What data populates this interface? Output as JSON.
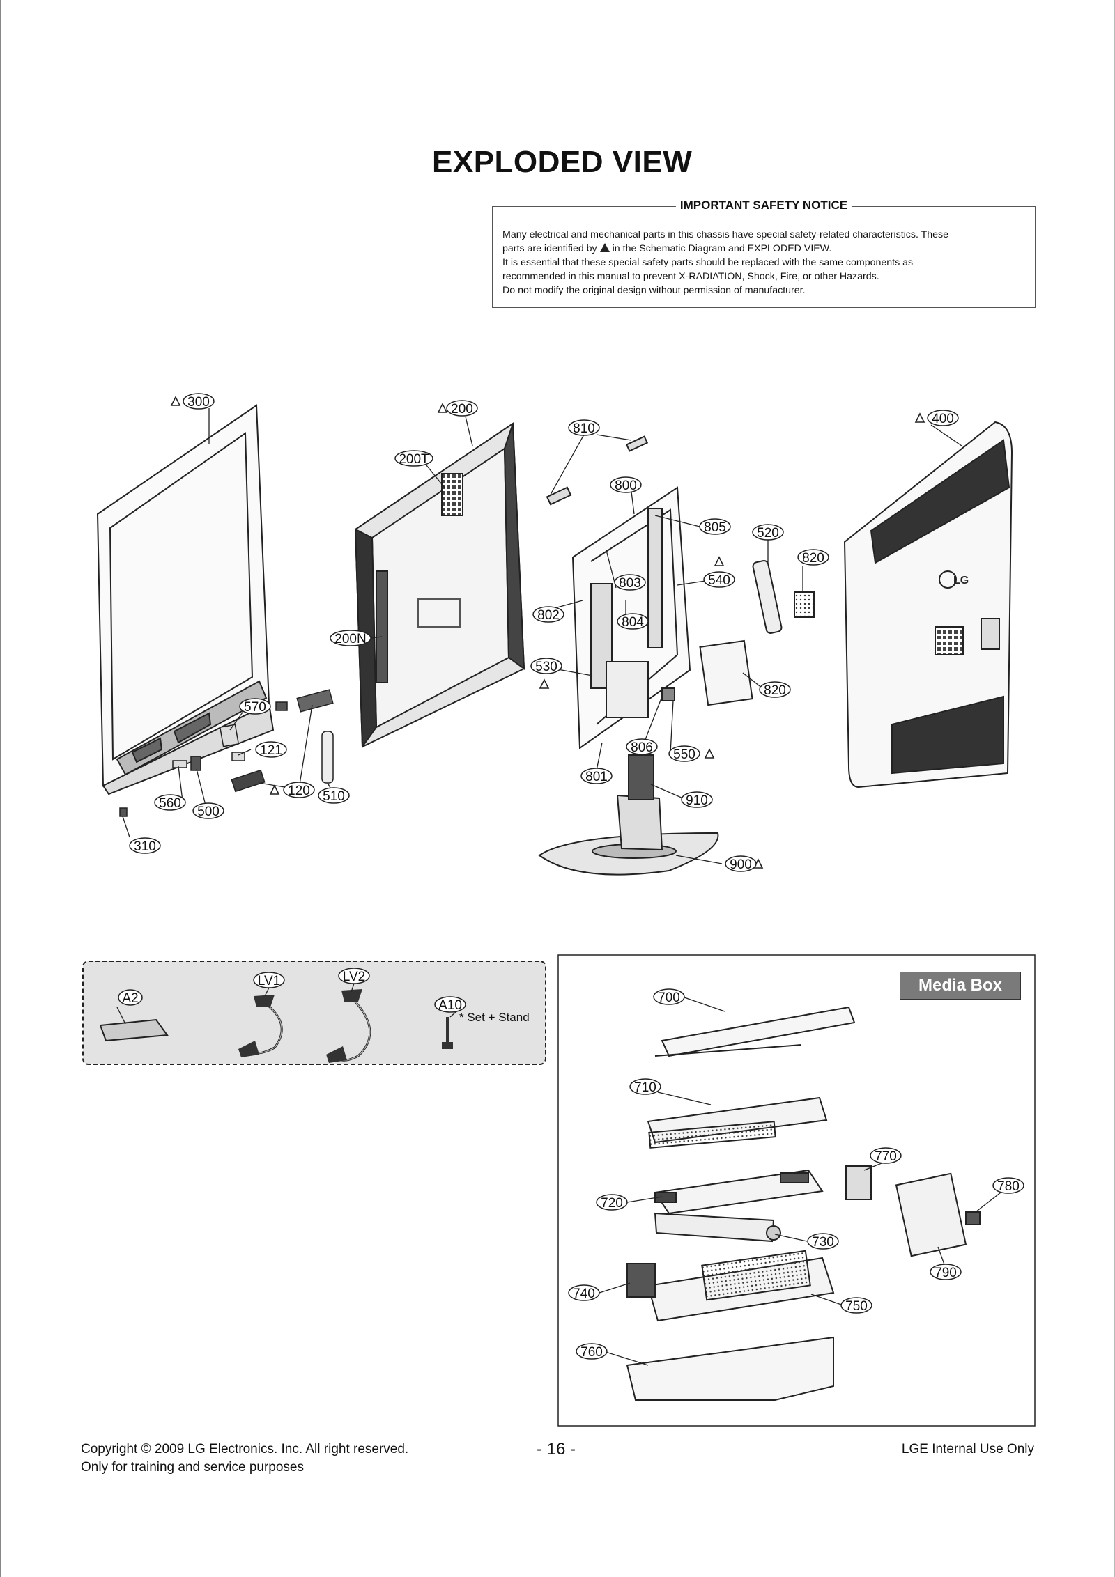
{
  "page": {
    "title": "EXPLODED VIEW",
    "page_number": "- 16 -",
    "footer_left_line1": "Copyright © 2009 LG Electronics. Inc. All right reserved.",
    "footer_left_line2": "Only for training and service purposes",
    "footer_right": "LGE Internal Use Only"
  },
  "notice": {
    "title": "IMPORTANT SAFETY NOTICE",
    "line1": "Many electrical and mechanical parts in this chassis have special safety-related characteristics. These",
    "line2_pre": "parts are identified by",
    "line2_post": "in the Schematic Diagram and EXPLODED VIEW.",
    "line3": "It is essential that these special safety parts should be replaced with the same components as",
    "line4": "recommended in this manual to prevent X-RADIATION, Shock, Fire, or other Hazards.",
    "line5": "Do not modify the original design without permission of manufacturer.",
    "warning_icon": "warning-triangle-icon"
  },
  "callouts": {
    "c300": "300",
    "c200": "200",
    "c810": "810",
    "c400": "400",
    "c200T": "200T",
    "c800": "800",
    "c805": "805",
    "c520": "520",
    "c820a": "820",
    "c540": "540",
    "c803": "803",
    "c802": "802",
    "c804": "804",
    "c200N": "200N",
    "c530": "530",
    "c820b": "820",
    "c570": "570",
    "c121": "121",
    "c806": "806",
    "c550": "550",
    "c801": "801",
    "c120": "120",
    "c510": "510",
    "c560": "560",
    "c500": "500",
    "c910": "910",
    "c310": "310",
    "c900": "900"
  },
  "accessories": {
    "a2": "A2",
    "lv1": "LV1",
    "lv2": "LV2",
    "a10": "A10",
    "note": "* Set + Stand"
  },
  "media_box": {
    "label": "Media Box",
    "c700": "700",
    "c710": "710",
    "c770": "770",
    "c780": "780",
    "c720": "720",
    "c730": "730",
    "c790": "790",
    "c740": "740",
    "c750": "750",
    "c760": "760"
  }
}
